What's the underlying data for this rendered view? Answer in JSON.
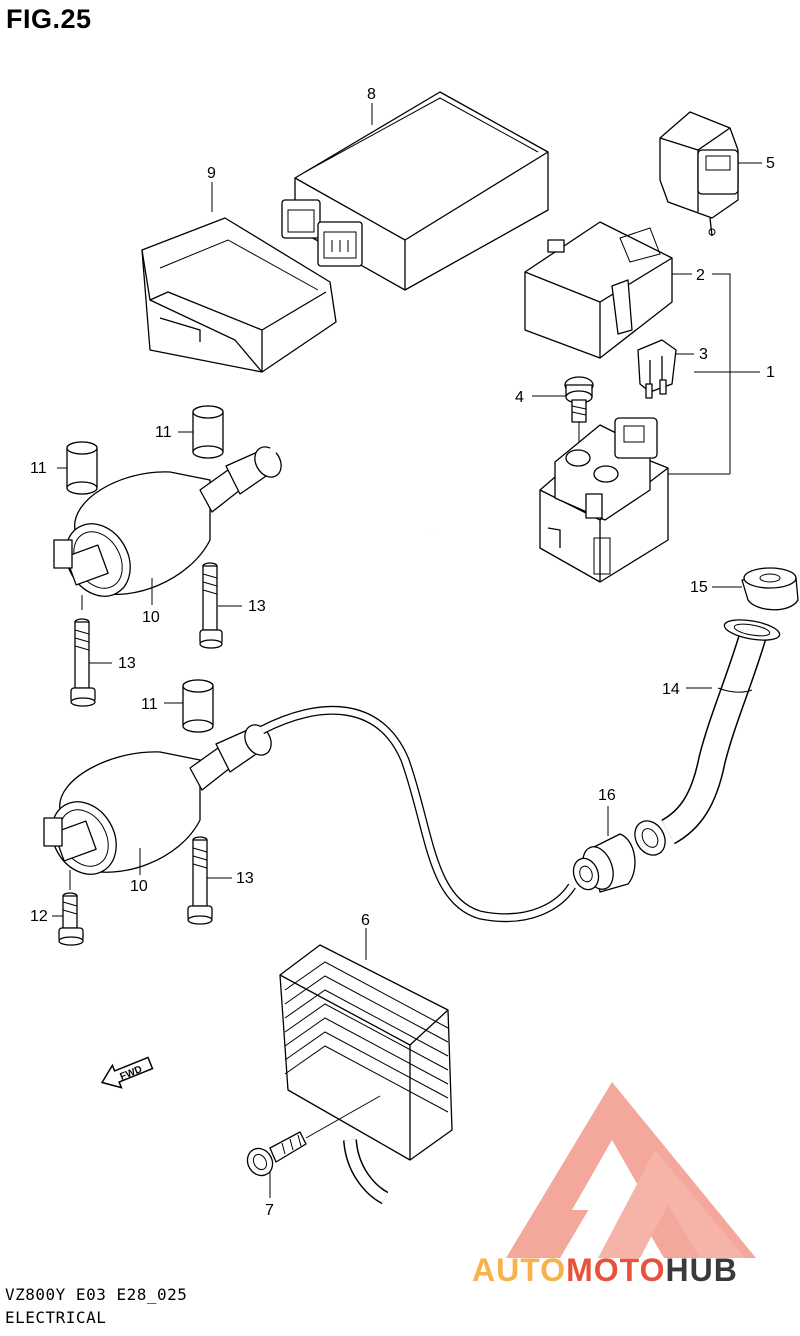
{
  "title": "FIG.25",
  "caption": {
    "model_code": "VZ800Y E03 E28_025",
    "section_name": "ELECTRICAL"
  },
  "direction_marker": "FWD",
  "watermark": {
    "part1": "AUTO",
    "part2": "MOTO",
    "part3": "HUB",
    "color_light": "#f7b24a",
    "color_red": "#e8513c",
    "color_dark": "#3a3a3a"
  },
  "callouts": {
    "c1": "1",
    "c2": "2",
    "c3": "3",
    "c4": "4",
    "c5": "5",
    "c6": "6",
    "c7": "7",
    "c8": "8",
    "c9": "9",
    "c10a": "10",
    "c10b": "10",
    "c11a": "11",
    "c11b": "11",
    "c11c": "11",
    "c12": "12",
    "c13a": "13",
    "c13b": "13",
    "c13c": "13",
    "c14": "14",
    "c15": "15",
    "c16": "16"
  }
}
